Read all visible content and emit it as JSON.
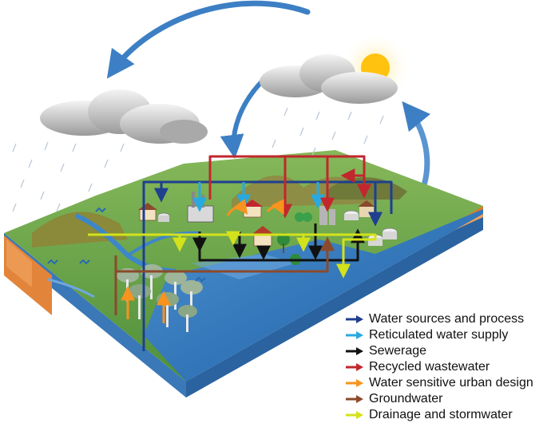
{
  "legend": [
    {
      "label": "Water sources and process",
      "color": "#1f3f8f"
    },
    {
      "label": "Reticulated water supply",
      "color": "#29a9e0"
    },
    {
      "label": "Sewerage",
      "color": "#111111"
    },
    {
      "label": "Recycled wastewater",
      "color": "#c1272d"
    },
    {
      "label": "Water sensitive urban design",
      "color": "#f7931e"
    },
    {
      "label": "Groundwater",
      "color": "#8b4a2b"
    },
    {
      "label": "Drainage and stormwater",
      "color": "#d4e21b"
    }
  ],
  "colors": {
    "sea": "#2f7bbf",
    "land": "#6aa84f",
    "hills": "#8a8a3a",
    "soil": "#e07a2a",
    "sun": "#ffc20e",
    "cloud": "#c8c8c8"
  },
  "icons": [
    "sun-icon",
    "cloud-icon",
    "rain-icon",
    "tree-icon",
    "house-icon",
    "factory-icon",
    "storage-tank-icon",
    "cycle-arrow-icon"
  ]
}
